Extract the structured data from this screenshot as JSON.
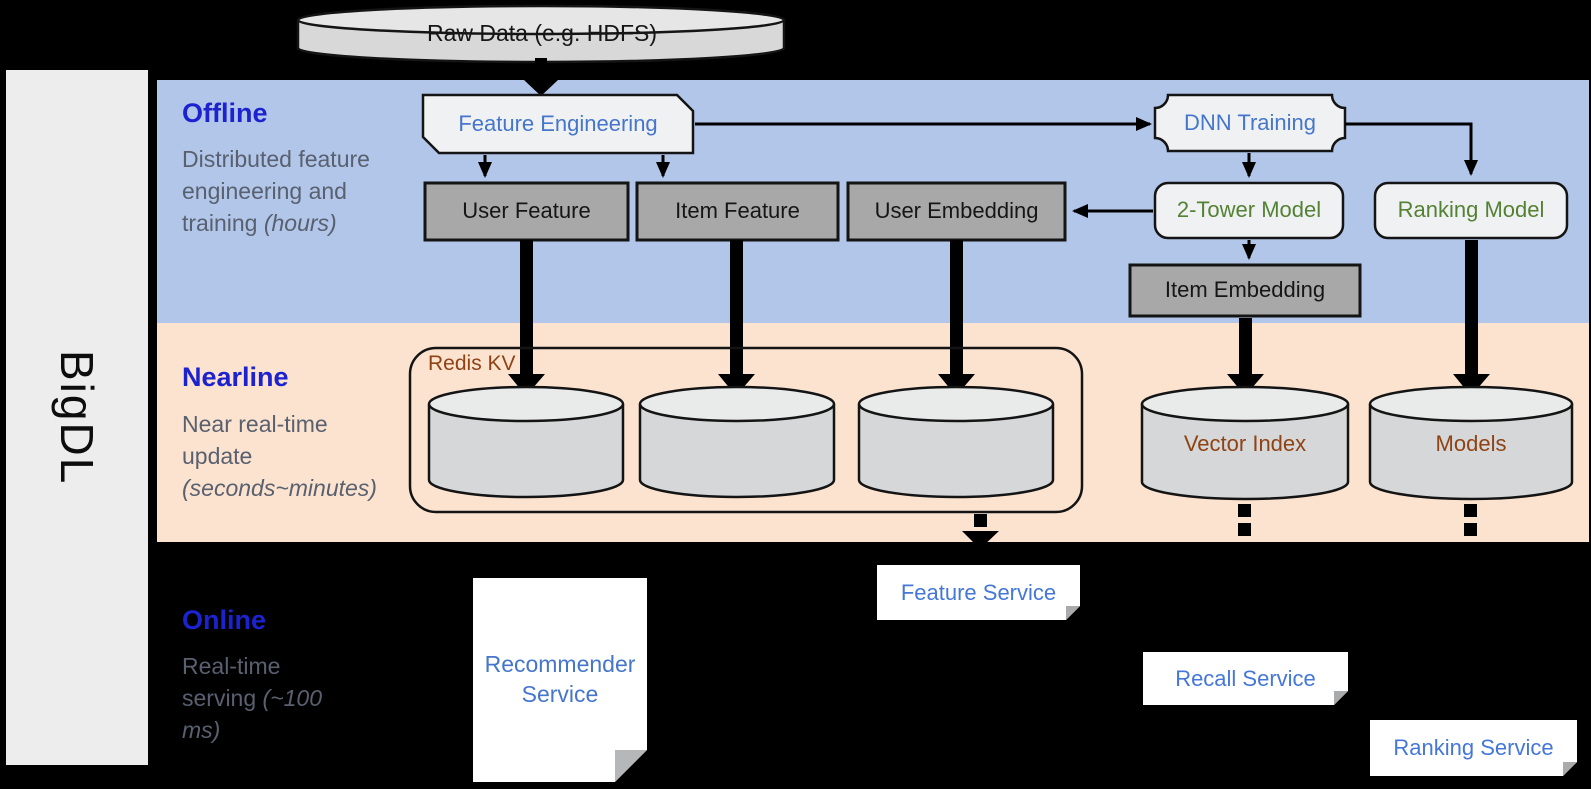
{
  "brand": "BigDL",
  "source": {
    "label": "Raw Data (e.g. HDFS)"
  },
  "lanes": {
    "offline": {
      "title": "Offline",
      "desc": "Distributed feature engineering and training",
      "note": "(hours)"
    },
    "nearline": {
      "title": "Nearline",
      "desc": "Near real-time update",
      "note": "(seconds~minutes)"
    },
    "online": {
      "title": "Online",
      "desc": "Real-time serving",
      "note": "(~100 ms)"
    }
  },
  "nodes": {
    "feature_engineering": "Feature Engineering",
    "dnn_training": "DNN Training",
    "user_feature": "User Feature",
    "item_feature": "Item Feature",
    "user_embedding": "User Embedding",
    "two_tower_model": "2-Tower Model",
    "ranking_model": "Ranking Model",
    "item_embedding": "Item Embedding",
    "redis_kv": "Redis KV",
    "vector_index": "Vector Index",
    "models": "Models",
    "recommender_service": "Recommender Service",
    "feature_service": "Feature Service",
    "recall_service": "Recall Service",
    "ranking_service": "Ranking Service"
  },
  "colors": {
    "offline_band": "#b1c6e9",
    "nearline_band": "#fbe3d0",
    "online_band": "#000000",
    "lane_title_blue": "#1c22cf",
    "lane_desc_gray": "#59606f",
    "node_label_blue": "#4576cc",
    "model_label_green": "#548235",
    "storage_label_brown": "#8f4315",
    "service_label_blue": "#4577d9",
    "box_gray": "#a8a8a8",
    "shape_light_gray": "#f0f1f2"
  }
}
